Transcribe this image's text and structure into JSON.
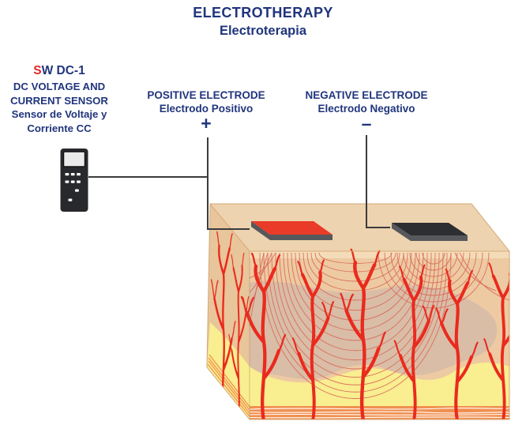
{
  "title": {
    "line1": "ELECTROTHERAPY",
    "line2": "Electroterapia"
  },
  "sensor": {
    "model_highlight": "S",
    "model_rest": "W DC-1",
    "name_line1": "DC VOLTAGE AND",
    "name_line2": "CURRENT SENSOR",
    "name_es_line1": "Sensor de Voltaje y",
    "name_es_line2": "Corriente CC"
  },
  "electrodes": {
    "positive": {
      "label_en": "POSITIVE ELECTRODE",
      "label_es": "Electrodo Positivo",
      "symbol": "+"
    },
    "negative": {
      "label_en": "NEGATIVE ELECTRODE",
      "label_es": "Electrodo Negativo",
      "symbol": "–"
    }
  },
  "colors": {
    "navy": "#20357c",
    "accent_red": "#e52528",
    "wire": "#3b3b3d",
    "electrode_red": "#e93b28",
    "electrode_dark": "#2d2e31",
    "electrode_side": "#57585c",
    "skin_top": "#edd3af",
    "skin_left": "#e8c59a",
    "skin_front": "#edcaa2",
    "epidermis": "#f5dcb8",
    "dermis_deep": "#d9bda7",
    "fat_yellow": "#f9ee90",
    "muscle_orange": "#f09050",
    "vessel_red": "#ea2a1d",
    "field_line": "#d96a5a",
    "device_body": "#28292c",
    "device_screen": "#eaeaea"
  }
}
